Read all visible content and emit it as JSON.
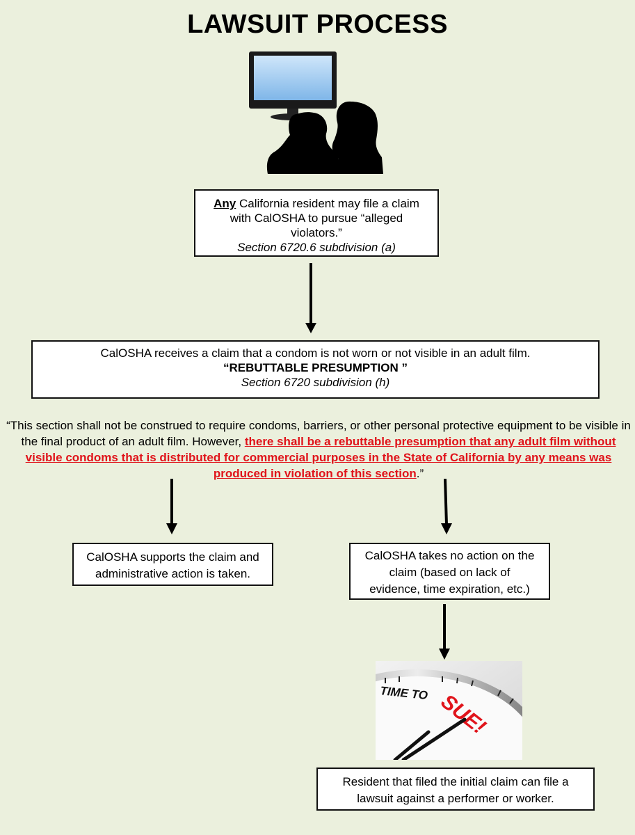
{
  "title": "LAWSUIT PROCESS",
  "icons": {
    "tv_people": "people-watching-tv-icon",
    "clock": "time-to-sue-clock-icon"
  },
  "clock_text": {
    "time_to": "TIME TO",
    "sue": "SUE!"
  },
  "box1": {
    "any": "Any",
    "line1_rest": " California resident may file a claim",
    "line2": "with CalOSHA to pursue “alleged",
    "line3": "violators.”",
    "section": "Section 6720.6 subdivision (a)"
  },
  "box2": {
    "line1": "CalOSHA receives a claim that a condom is not worn or not visible in an adult film.",
    "line2": "“REBUTTABLE PRESUMPTION ”",
    "section": "Section 6720 subdivision (h)"
  },
  "quote": {
    "plain": "“This section shall not be construed to require condoms, barriers, or other personal protective equipment to be visible in the final product of an adult film. However, ",
    "highlight": "there shall be a rebuttable presumption that any adult film without visible condoms that is distributed for commercial purposes in the State of California by any means was produced in violation of this section",
    "end": ".”"
  },
  "box3": {
    "line1": "CalOSHA supports the claim and",
    "line2": "administrative action is taken."
  },
  "box4": {
    "line1": "CalOSHA takes no action on the",
    "line2": "claim (based on lack of",
    "line3": "evidence, time expiration, etc.)"
  },
  "box5": {
    "line1": "Resident that filed the initial claim can file a",
    "line2": "lawsuit against a performer or worker."
  },
  "colors": {
    "background": "#ebf0dd",
    "highlight": "#e0141b"
  }
}
